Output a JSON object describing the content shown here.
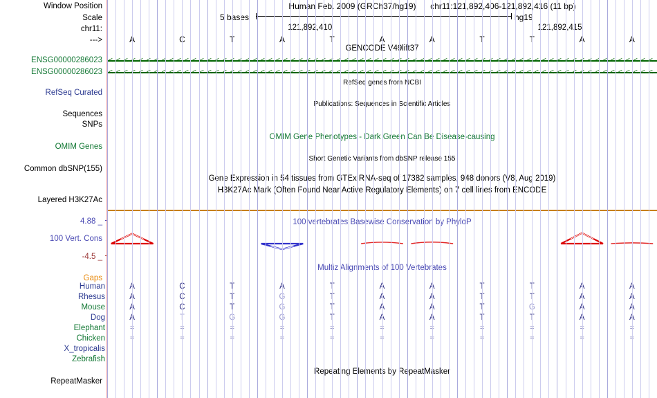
{
  "header": {
    "window_position_label": "Window Position",
    "scale_label": "Scale",
    "chrom_label": "chr11:",
    "strand_label": "--->",
    "assembly_title": "Human Feb. 2009 (GRCh37/hg19)",
    "range_title": "chr11:121,892,406-121,892,416 (11 bp)",
    "scale_text": "5 bases",
    "assembly_short": "hg19"
  },
  "ruler": {
    "coords": [
      "121,892,410",
      "121,892,415"
    ],
    "bases": [
      "A",
      "C",
      "T",
      "A",
      "T",
      "A",
      "A",
      "T",
      "T",
      "A",
      "A"
    ]
  },
  "tracks": [
    {
      "label": "ENSG00000286023",
      "color": "green",
      "title": "",
      "kind": "gene"
    },
    {
      "label": "ENSG00000286023",
      "color": "green",
      "title": "",
      "kind": "gene"
    },
    {
      "label": "RefSeq Curated",
      "color": "blue",
      "title": "RefSeq genes from NCBI",
      "kind": "title"
    },
    {
      "label": "Sequences",
      "color": "black",
      "title": "Publications: Sequences in Scientific Articles",
      "kind": "title"
    },
    {
      "label": "SNPs",
      "color": "black",
      "title": "",
      "kind": "title"
    },
    {
      "label": "OMIM Genes",
      "color": "green",
      "title": "OMIM Gene Phenotypes - Dark Green Can Be Disease-causing",
      "kind": "title"
    },
    {
      "label": "Common dbSNP(155)",
      "color": "black",
      "title": "Short Genetic Variants from dbSNP release 155",
      "kind": "title"
    },
    {
      "label": "Layered H3K27Ac",
      "color": "black",
      "title": "Gene Expression in 54 tissues from GTEx RNA-seq of 17382 samples, 948 donors (V8, Aug 2019)",
      "kind": "title"
    },
    {
      "label": "",
      "color": "black",
      "title": "H3K27Ac Mark (Often Found Near Active Regulatory Elements) on 7 cell lines from ENCODE",
      "kind": "title"
    }
  ],
  "titles": {
    "gencode": "GENCODE V49lift37",
    "refseq": "RefSeq genes from NCBI",
    "publications": "Publications: Sequences in Scientific Articles",
    "omim": "OMIM Gene Phenotypes - Dark Green Can Be Disease-causing",
    "dbsnp": "Short Genetic Variants from dbSNP release 155",
    "gtex": "Gene Expression in 54 tissues from GTEx RNA-seq of 17382 samples, 948 donors (V8, Aug 2019)",
    "h3k27ac": "H3K27Ac Mark (Often Found Near Active Regulatory Elements) on 7 cell lines from ENCODE",
    "phylop": "100 vertebrates Basewise Conservation by PhyloP",
    "multiz": "Multiz Alignments of 100 Vertebrates",
    "repeatmasker": "Repeating Elements by RepeatMasker"
  },
  "sidebar": {
    "window_position": "Window Position",
    "scale": "Scale",
    "chrom": "chr11:",
    "strand": "--->",
    "gene1": "ENSG00000286023",
    "gene2": "ENSG00000286023",
    "refseq_curated": "RefSeq Curated",
    "sequences": "Sequences",
    "snps": "SNPs",
    "omim_genes": "OMIM Genes",
    "common_dbsnp": "Common dbSNP(155)",
    "layered_h3k27ac": "Layered H3K27Ac",
    "cons_max": "4.88 _",
    "cons_track": "100 Vert. Cons",
    "cons_min": "-4.5 _",
    "gaps": "Gaps",
    "repeatmasker": "RepeatMasker"
  },
  "conservation": {
    "type": "line",
    "title": "100 vertebrates Basewise Conservation by PhyloP",
    "ymax": 4.88,
    "ymin": -4.5,
    "ylabel": "100 Vert. Cons",
    "x": [
      "121,892,406",
      "121,892,407",
      "121,892,408",
      "121,892,409",
      "121,892,410",
      "121,892,411",
      "121,892,412",
      "121,892,413",
      "121,892,414",
      "121,892,415",
      "121,892,416"
    ],
    "values": [
      1.6,
      0,
      0,
      -0.9,
      0,
      0.45,
      0.5,
      0,
      0,
      1.7,
      0.25
    ],
    "positive_color": "#dd0000",
    "negative_color": "#3333cc"
  },
  "alignment": {
    "type": "table",
    "species": [
      {
        "name": "Human",
        "color": "navy"
      },
      {
        "name": "Rhesus",
        "color": "navy"
      },
      {
        "name": "Mouse",
        "color": "green"
      },
      {
        "name": "Dog",
        "color": "navy"
      },
      {
        "name": "Elephant",
        "color": "green"
      },
      {
        "name": "Chicken",
        "color": "green"
      },
      {
        "name": "X_tropicalis",
        "color": "navy"
      },
      {
        "name": "Zebrafish",
        "color": "green"
      }
    ],
    "rows": [
      {
        "species": "Human",
        "bases": [
          "A",
          "C",
          "T",
          "A",
          "T",
          "A",
          "A",
          "T",
          "T",
          "A",
          "A"
        ],
        "states": [
          "m",
          "m",
          "m",
          "m",
          "m",
          "m",
          "m",
          "m",
          "m",
          "m",
          "m"
        ]
      },
      {
        "species": "Rhesus",
        "bases": [
          "A",
          "C",
          "T",
          "G",
          "T",
          "A",
          "A",
          "T",
          "T",
          "A",
          "A"
        ],
        "states": [
          "m",
          "m",
          "m",
          "x",
          "m",
          "m",
          "m",
          "m",
          "m",
          "m",
          "m"
        ]
      },
      {
        "species": "Mouse",
        "bases": [
          "A",
          "C",
          "T",
          "G",
          "T",
          "A",
          "A",
          "T",
          "G",
          "A",
          "A"
        ],
        "states": [
          "m",
          "m",
          "m",
          "x",
          "m",
          "m",
          "m",
          "m",
          "x",
          "m",
          "m"
        ]
      },
      {
        "species": "Dog",
        "bases": [
          "A",
          "T",
          "G",
          "G",
          "T",
          "A",
          "A",
          "T",
          "T",
          "A",
          "A"
        ],
        "states": [
          "m",
          "x",
          "x",
          "x",
          "m",
          "m",
          "m",
          "m",
          "m",
          "m",
          "m"
        ]
      },
      {
        "species": "Elephant",
        "bases": [
          "=",
          "=",
          "=",
          "=",
          "=",
          "=",
          "=",
          "=",
          "=",
          "=",
          "="
        ],
        "states": [
          "g",
          "g",
          "g",
          "g",
          "g",
          "g",
          "g",
          "g",
          "g",
          "g",
          "g"
        ]
      },
      {
        "species": "Chicken",
        "bases": [
          "=",
          "=",
          "=",
          "=",
          "=",
          "=",
          "=",
          "=",
          "=",
          "=",
          "="
        ],
        "states": [
          "g",
          "g",
          "g",
          "g",
          "g",
          "g",
          "g",
          "g",
          "g",
          "g",
          "g"
        ]
      },
      {
        "species": "X_tropicalis",
        "bases": [
          "",
          "",
          "",
          "",
          "",
          "",
          "",
          "",
          "",
          "",
          ""
        ],
        "states": [
          "",
          "",
          "",
          "",
          "",
          "",
          "",
          "",
          "",
          "",
          ""
        ]
      },
      {
        "species": "Zebrafish",
        "bases": [
          "",
          "",
          "",
          "",
          "",
          "",
          "",
          "",
          "",
          "",
          ""
        ],
        "states": [
          "",
          "",
          "",
          "",
          "",
          "",
          "",
          "",
          "",
          "",
          ""
        ]
      }
    ]
  },
  "colors": {
    "gene_green": "#006400",
    "label_blue": "#2b3990",
    "label_green": "#117733",
    "orange": "#e8a33d",
    "gridline": "#ccccee",
    "red_edge": "#f4a0a0",
    "cons_positive": "#dd0000",
    "cons_negative": "#3333cc",
    "align_match": "#2b2b80",
    "align_mismatch": "#9b9bd0"
  }
}
